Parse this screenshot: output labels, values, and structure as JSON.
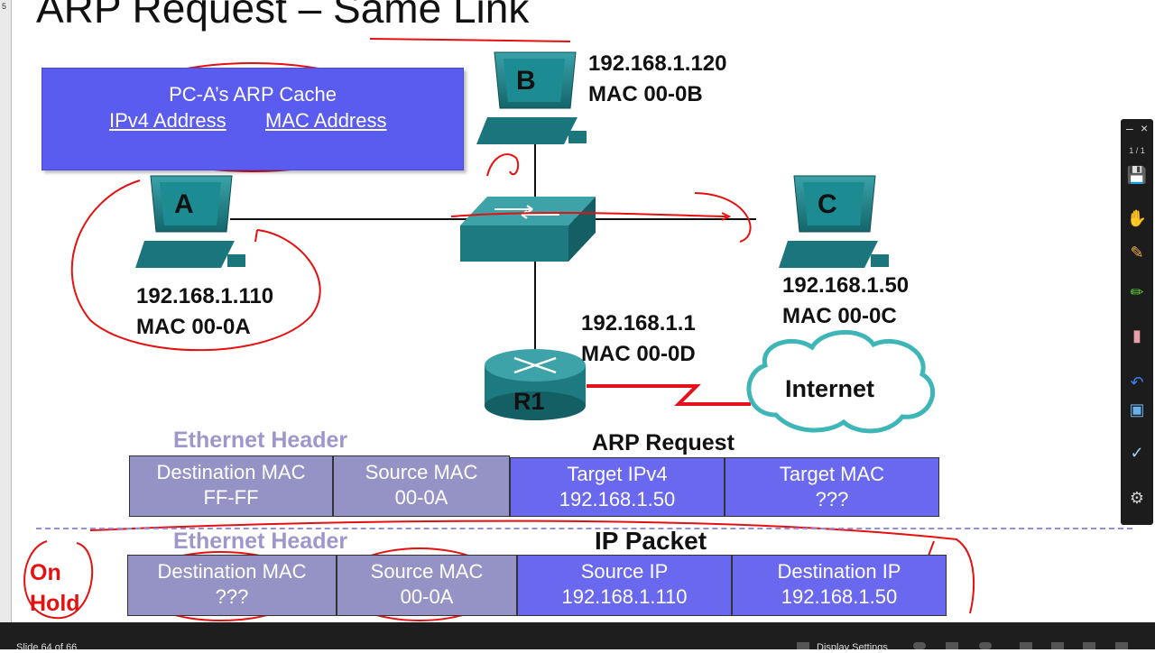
{
  "slide": {
    "title": "ARP Request – Same Link",
    "left_bar_number": "5"
  },
  "arp_cache": {
    "title": "PC-A’s ARP Cache",
    "col_ipv4": "IPv4 Address",
    "col_mac": "MAC Address"
  },
  "devices": {
    "a": {
      "label": "A",
      "ip": "192.168.1.110",
      "mac": "MAC 00-0A"
    },
    "b": {
      "label": "B",
      "ip": "192.168.1.120",
      "mac": "MAC 00-0B"
    },
    "c": {
      "label": "C",
      "ip": "192.168.1.50",
      "mac": "MAC 00-0C"
    },
    "r1": {
      "label": "R1",
      "ip": "192.168.1.1",
      "mac": "MAC 00-0D"
    },
    "internet": {
      "label": "Internet"
    }
  },
  "arp_request": {
    "ethernet_header_label": "Ethernet Header",
    "section_label": "ARP Request",
    "cells": [
      {
        "title": "Destination MAC",
        "value": "FF-FF"
      },
      {
        "title": "Source MAC",
        "value": "00-0A"
      },
      {
        "title": "Target IPv4",
        "value": "192.168.1.50"
      },
      {
        "title": "Target MAC",
        "value": "???"
      }
    ]
  },
  "ip_packet": {
    "ethernet_header_label": "Ethernet Header",
    "section_label": "IP Packet",
    "on_hold_line1": "On",
    "on_hold_line2": "Hold",
    "cells": [
      {
        "title": "Destination MAC",
        "value": "???"
      },
      {
        "title": "Source MAC",
        "value": "00-0A"
      },
      {
        "title": "Source IP",
        "value": "192.168.1.110"
      },
      {
        "title": "Destination IP",
        "value": "192.168.1.50"
      }
    ]
  },
  "toolbar": {
    "page_count": "1 / 1",
    "icons": [
      "save-icon",
      "pointer-hand-icon",
      "pencil-icon",
      "highlighter-icon",
      "eraser-icon",
      "undo-icon",
      "screenshot-icon",
      "whiteboard-pen-icon",
      "settings-gear-icon"
    ]
  },
  "status_bar": {
    "slide_counter": "Slide 64 of 66",
    "display_settings": "Display Settings"
  },
  "colors": {
    "annotation_red": "#e51010",
    "cache_box": "#5a5cf0",
    "header_cell": "#9592c6",
    "payload_cell": "#6a68ee",
    "device_teal": "#1f7b82"
  }
}
